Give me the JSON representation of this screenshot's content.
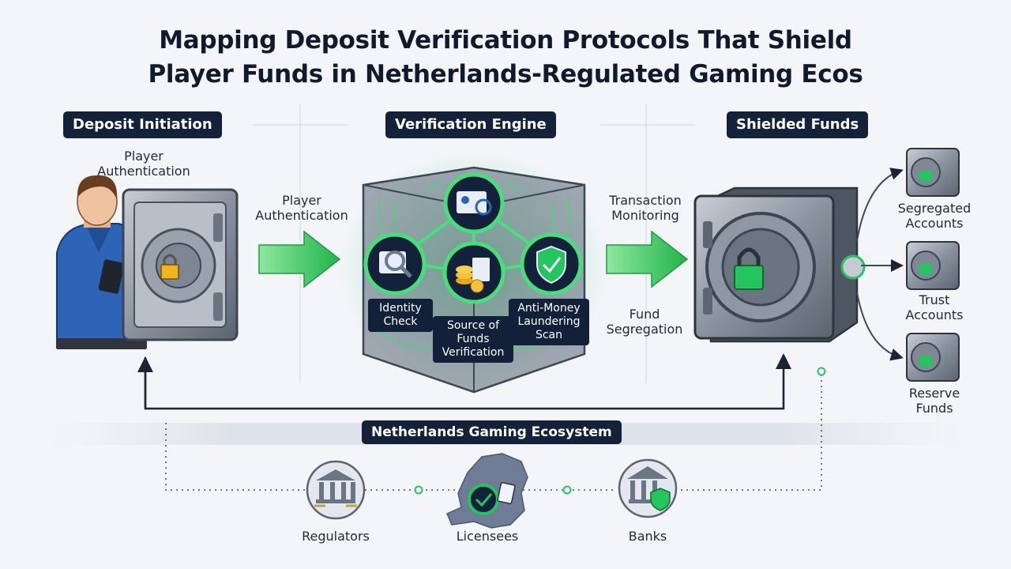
{
  "title_line1": "Mapping Deposit Verification Protocols That Shield",
  "title_line2": "Player Funds in Netherlands-Regulated Gaming Ecos",
  "stages": {
    "deposit_initiation": "Deposit Initiation",
    "verification_engine": "Verification Engine",
    "shielded_funds": "Shielded Funds"
  },
  "player_auth_label": "Player Authentication",
  "flow_labels": {
    "player_authentication": "Player Authentication",
    "transaction_monitoring": "Transaction Monitoring",
    "fund_segregation": "Fund Segregation"
  },
  "checks": {
    "identity_check": "Identity Check",
    "source_of_funds": "Source of Funds Verification",
    "aml_scan": "Anti-Money Laundering Scan"
  },
  "fund_accounts": [
    "Segregated Accounts",
    "Trust Accounts",
    "Reserve Funds"
  ],
  "ecosystem": {
    "label": "Netherlands Gaming Ecosystem",
    "nodes": [
      "Regulators",
      "Licensees",
      "Banks"
    ]
  },
  "colors": {
    "navy": "#14213a",
    "accent_green": "#22c55e",
    "steel": "#6b7685",
    "hoodie_blue": "#2e64b8"
  }
}
